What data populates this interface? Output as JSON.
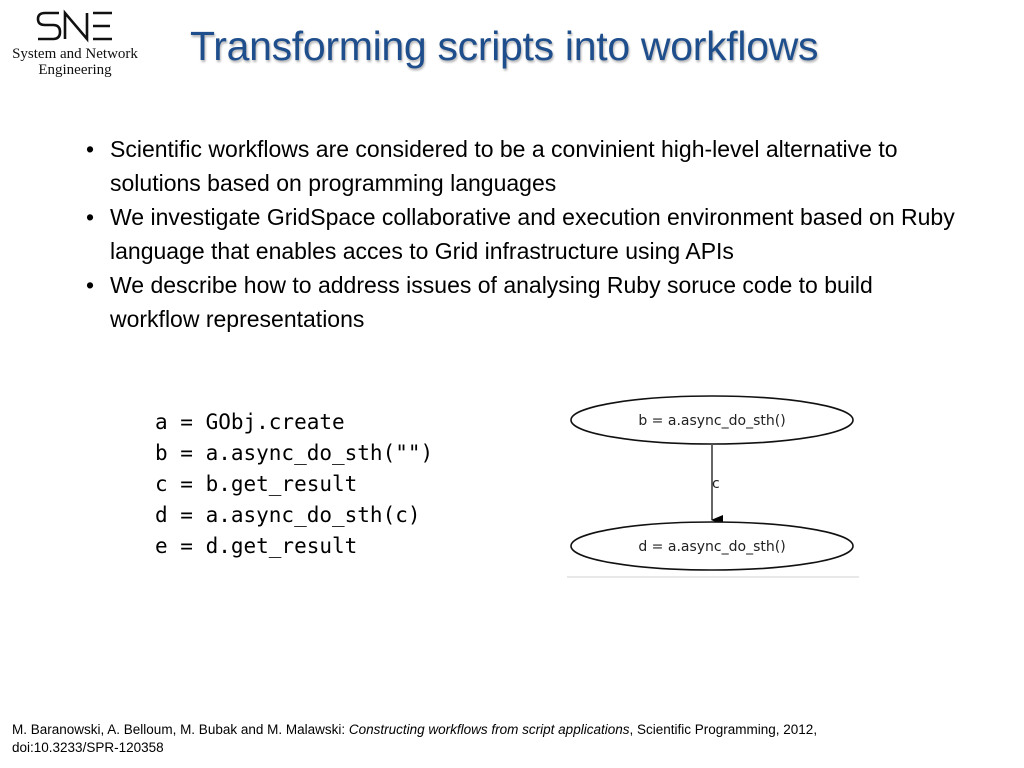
{
  "logo": {
    "mark": "SNE",
    "line1": "System and Network",
    "line2": "Engineering"
  },
  "title": "Transforming scripts into workflows",
  "bullets": [
    "Scientific workflows are considered to be a convinient high-level alternative to solutions based on programming languages",
    "We investigate GridSpace collaborative and execution environment based on Ruby language that enables acces to Grid infrastructure using APIs",
    "We describe how to address issues of analysing Ruby soruce code to build workflow representations"
  ],
  "bullet_symbol": "•",
  "code_lines": [
    "a = GObj.create",
    "b = a.async_do_sth(\"\")",
    "c = b.get_result",
    "d = a.async_do_sth(c)",
    "e = d.get_result"
  ],
  "graph": {
    "node_top": "b = a.async_do_sth()",
    "node_bottom": "d = a.async_do_sth()",
    "edge_label": "c"
  },
  "citation": {
    "authors": "M. Baranowski, A. Belloum, M. Bubak and M. Malawski: ",
    "paper_title": "Constructing workflows from script applications",
    "rest": ", Scientific Programming, 2012,",
    "doi": "doi:10.3233/SPR-120358"
  }
}
